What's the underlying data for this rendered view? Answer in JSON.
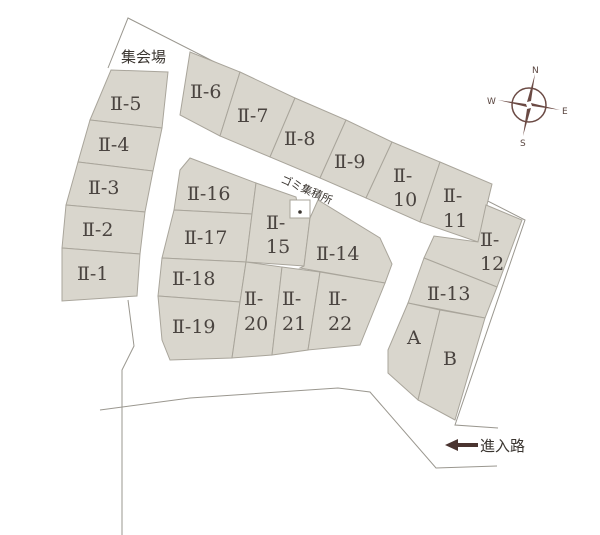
{
  "labels": {
    "community_hall": "集会場",
    "garbage_point": "ゴミ集積所",
    "entrance_road": "進入路"
  },
  "compass": {
    "n": "N",
    "s": "S",
    "e": "E",
    "w": "W"
  },
  "lots": {
    "l5": "Ⅱ-5",
    "l4": "Ⅱ-4",
    "l3": "Ⅱ-3",
    "l2": "Ⅱ-2",
    "l1": "Ⅱ-1",
    "l6": "Ⅱ-6",
    "l7": "Ⅱ-7",
    "l8": "Ⅱ-8",
    "l9": "Ⅱ-9",
    "l10a": "Ⅱ-",
    "l10b": "10",
    "l11a": "Ⅱ-",
    "l11b": "11",
    "l12a": "Ⅱ-",
    "l12b": "12",
    "l13": "Ⅱ-13",
    "lA": "A",
    "lB": "B",
    "l16": "Ⅱ-16",
    "l17": "Ⅱ-17",
    "l18": "Ⅱ-18",
    "l19": "Ⅱ-19",
    "l15a": "Ⅱ-",
    "l15b": "15",
    "l14": "Ⅱ-14",
    "l20a": "Ⅱ-",
    "l20b": "20",
    "l21a": "Ⅱ-",
    "l21b": "21",
    "l22a": "Ⅱ-",
    "l22b": "22"
  }
}
